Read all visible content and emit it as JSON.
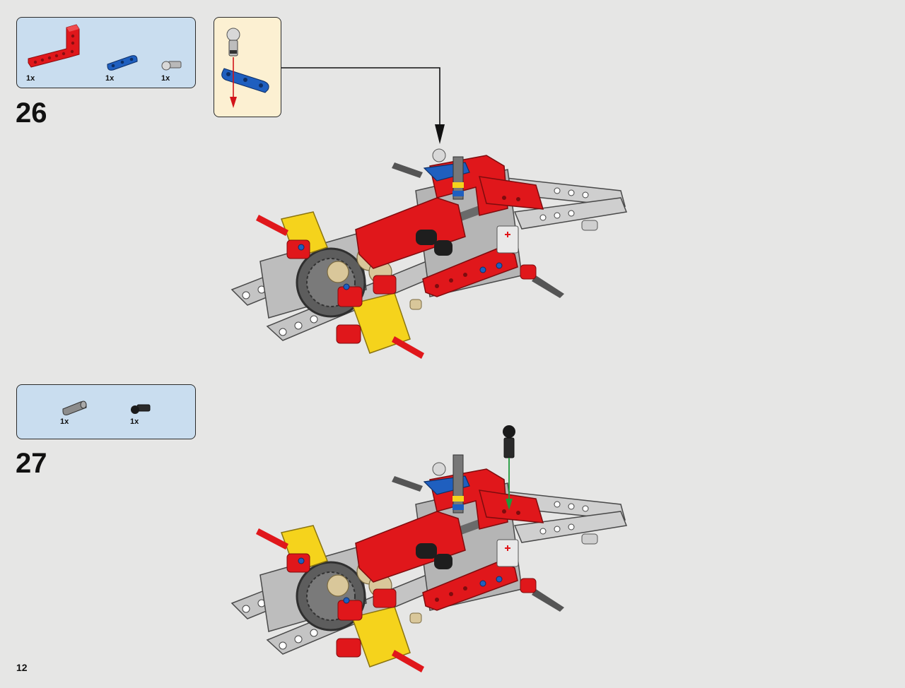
{
  "page": {
    "number": "12",
    "background": "#e6e6e5"
  },
  "steps": [
    {
      "number": "26",
      "parts": [
        {
          "icon": "red-l-beam-icon",
          "qty": "1x"
        },
        {
          "icon": "blue-beam-icon",
          "qty": "1x"
        },
        {
          "icon": "grey-ball-pin-icon",
          "qty": "1x"
        }
      ],
      "callout": {
        "icon": "ball-pin-into-blue-beam-icon"
      }
    },
    {
      "number": "27",
      "parts": [
        {
          "icon": "grey-axle-connector-icon",
          "qty": "1x"
        },
        {
          "icon": "black-ball-pin-icon",
          "qty": "1x"
        }
      ]
    }
  ],
  "colors": {
    "parts_box": "#c9ddef",
    "callout_box": "#fcf0d2",
    "red": "#e0171b",
    "yellow": "#f5d31c",
    "blue": "#1f5fbf",
    "grey": "#b9b9b9",
    "dark_grey": "#6a6a6a",
    "tan": "#d9c79a",
    "arrow_red": "#d2141a",
    "arrow_green": "#1f9a3a"
  }
}
